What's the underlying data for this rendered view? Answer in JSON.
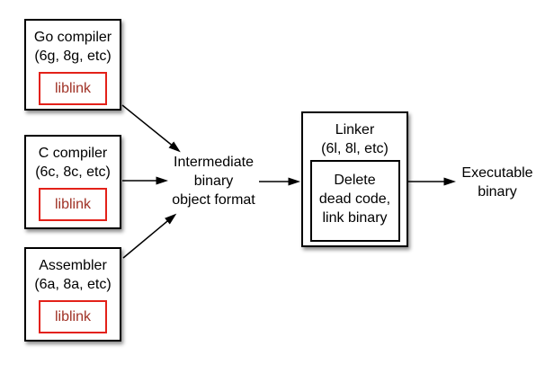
{
  "diagram": {
    "background": "#ffffff",
    "colors": {
      "box_border": "#000000",
      "box_fill": "#ffffff",
      "liblink_border": "#e32119",
      "liblink_text": "#a03226",
      "text": "#000000",
      "arrow": "#000000"
    },
    "nodes": {
      "go_compiler": {
        "title": "Go compiler",
        "subtitle": "(6g, 8g, etc)",
        "inner_label": "liblink"
      },
      "c_compiler": {
        "title": "C compiler",
        "subtitle": "(6c, 8c, etc)",
        "inner_label": "liblink"
      },
      "assembler": {
        "title": "Assembler",
        "subtitle": "(6a, 8a, etc)",
        "inner_label": "liblink"
      },
      "linker": {
        "title": "Linker",
        "subtitle": "(6l, 8l, etc)",
        "inner_lines": [
          "Delete",
          "dead code,",
          "link binary"
        ]
      }
    },
    "labels": {
      "intermediate": {
        "lines": [
          "Intermediate",
          "binary",
          "object format"
        ]
      },
      "executable": {
        "lines": [
          "Executable",
          "binary"
        ]
      }
    },
    "edges": [
      {
        "from": "go_compiler",
        "to": "intermediate"
      },
      {
        "from": "c_compiler",
        "to": "intermediate"
      },
      {
        "from": "assembler",
        "to": "intermediate"
      },
      {
        "from": "intermediate",
        "to": "linker"
      },
      {
        "from": "linker",
        "to": "executable"
      }
    ]
  }
}
